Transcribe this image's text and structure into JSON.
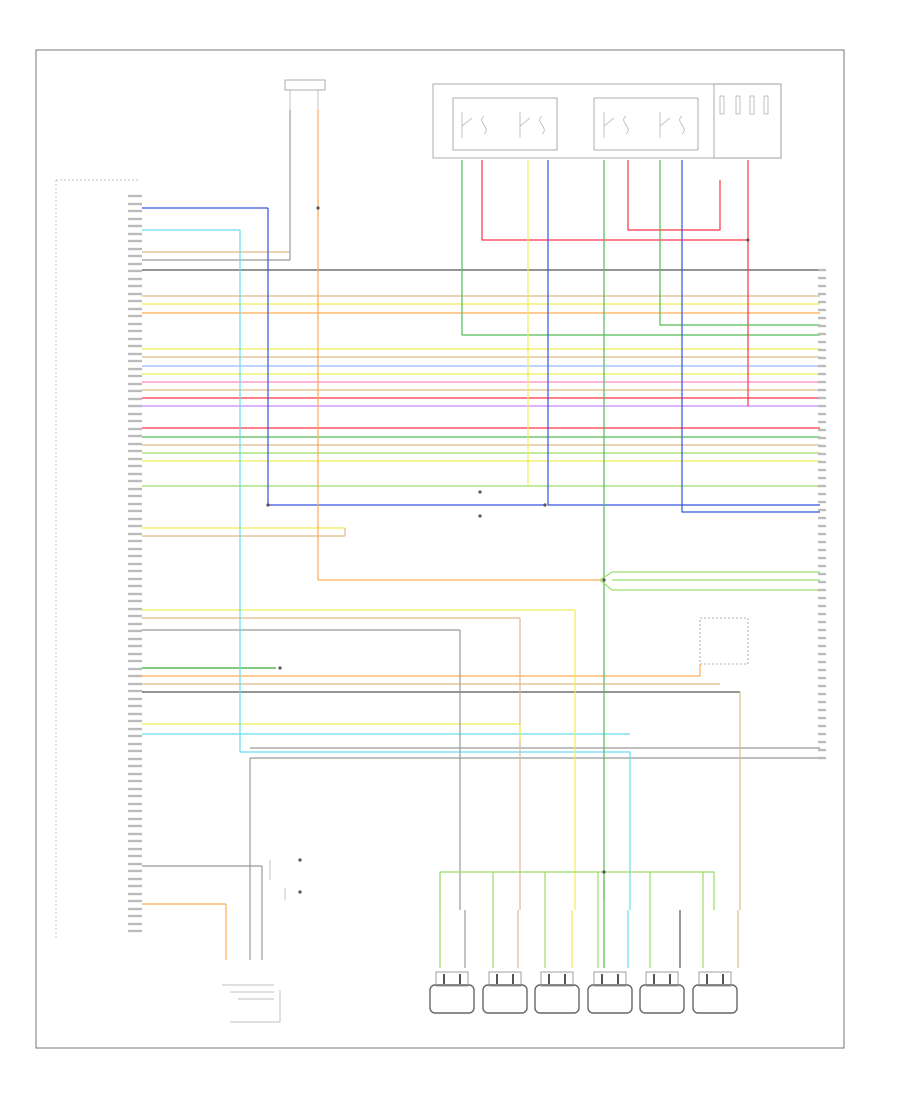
{
  "colors": {
    "blue": "#3355dd",
    "red": "#ff3344",
    "green": "#55bb55",
    "light_green": "#99dd66",
    "yellow": "#eeee55",
    "orange": "#ffaa55",
    "tan": "#ddbb88",
    "pink": "#ff88cc",
    "violet": "#cc88ff",
    "cyan": "#66ddee",
    "gray": "#999999",
    "black": "#555555",
    "dark_green": "#33aa33",
    "lt_blue": "#99bbff"
  },
  "connector_marks": [
    "1",
    "2",
    "3",
    "4",
    "5",
    "6",
    "7",
    "8",
    "9",
    "10",
    "11",
    "12",
    "13",
    "14",
    "15",
    "16",
    "17",
    "18",
    "19",
    "20",
    "21",
    "22",
    "23",
    "24",
    "25",
    "26",
    "27",
    "28",
    "29",
    "30",
    "31",
    "32",
    "33",
    "34",
    "35",
    "36",
    "37",
    "38",
    "39",
    "40",
    "41",
    "42",
    "43",
    "44",
    "45",
    "46",
    "47",
    "48",
    "49",
    "50",
    "51",
    "52",
    "53",
    "54",
    "55",
    "56",
    "57",
    "58",
    "59",
    "60"
  ]
}
